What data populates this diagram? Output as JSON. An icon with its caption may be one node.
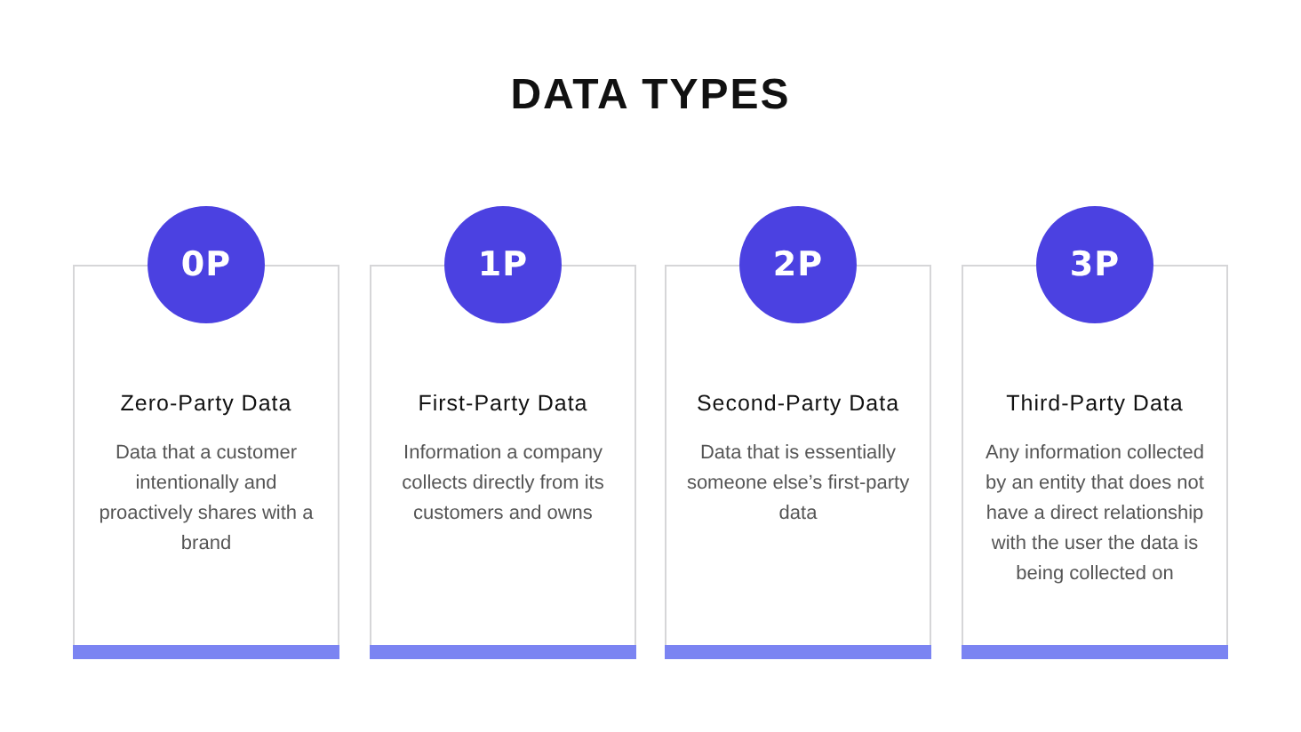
{
  "diagram": {
    "title": "DATA TYPES",
    "nodes": [
      {
        "text": [
          "0P"
        ]
      },
      {
        "text": [
          "Zero-Party Data",
          "Data that a customer intentionally and proactively shares with a brand"
        ]
      },
      {
        "text": [
          "1P"
        ]
      },
      {
        "text": [
          "First-Party Data",
          "Information a company collects directly from its customers and owns"
        ]
      },
      {
        "text": [
          "2P"
        ]
      },
      {
        "text": [
          "Second-Party Data",
          "Data that is essentially someone else’s first-party data"
        ]
      },
      {
        "text": [
          "3P"
        ]
      },
      {
        "text": [
          "Third-Party Data",
          "Any information collected by an entity that does not have a direct relationship with the user the data is being collected on"
        ]
      }
    ],
    "edges": []
  }
}
